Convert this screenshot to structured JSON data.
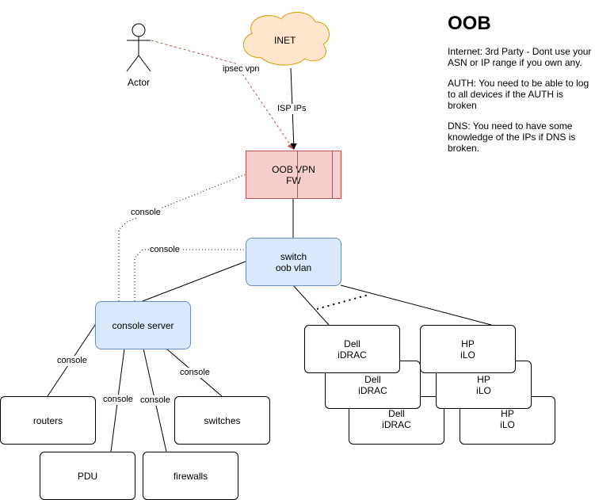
{
  "title": "OOB",
  "notes": [
    "Internet: 3rd Party - Dont use your ASN or IP range if you own any.",
    "AUTH: You need to be able to log to all devices if the AUTH is broken",
    "DNS: You need to have some knowledge of the IPs if DNS is broken."
  ],
  "actor": {
    "label": "Actor",
    "icon": "person-icon"
  },
  "cloud": {
    "label": "INET",
    "icon": "cloud-icon",
    "fill": "#ffe6cc",
    "stroke": "#d79b00"
  },
  "firewall": {
    "label": "OOB VPN\nFW",
    "fill": "#f8cecc",
    "stroke": "#b85450"
  },
  "switch": {
    "label": "switch\noob vlan",
    "fill": "#dae8fc",
    "stroke": "#6c8ebf"
  },
  "console_server": {
    "label": "console server"
  },
  "devices": {
    "routers": "routers",
    "pdu": "PDU",
    "firewalls": "firewalls",
    "switches": "switches"
  },
  "dell_stack": [
    "Dell\niDRAC",
    "Dell\niDRAC",
    "Dell\niDRAC"
  ],
  "hp_stack": [
    "HP\niLO",
    "HP\niLO",
    "HP\niLO"
  ],
  "edge_labels": {
    "ipsec": "ipsec vpn",
    "isp": "ISP IPs",
    "console_fw": "console",
    "console_switch": "console",
    "console_routers": "console",
    "console_pdu": "console",
    "console_firewalls": "console",
    "console_switches": "console"
  },
  "colors": {
    "vpn_edge": "#b85450"
  }
}
